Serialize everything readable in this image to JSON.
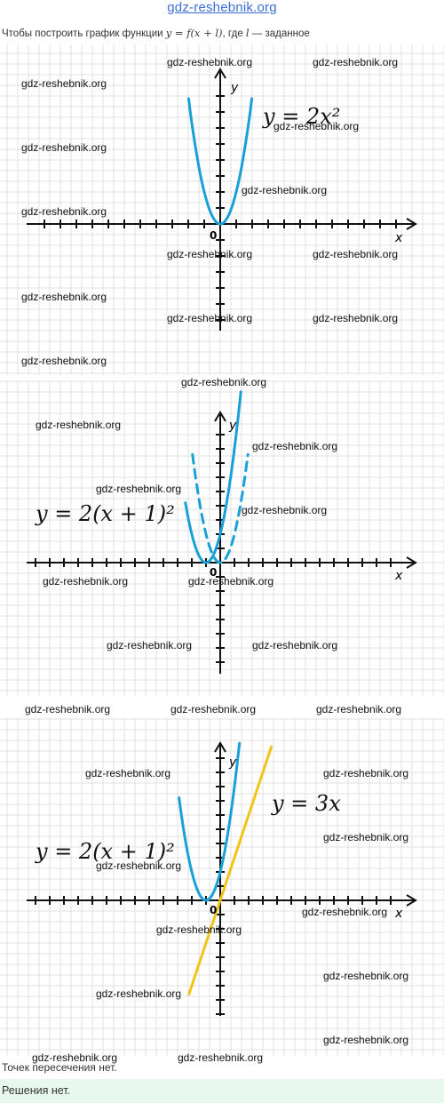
{
  "header": {
    "site": "gdz-reshebnik.org"
  },
  "intro": {
    "before": "Чтобы построить график функции ",
    "formula": "y = f(x + l)",
    "middle": ", где ",
    "param": "l",
    "after": " — заданное"
  },
  "figures": [
    {
      "equations": [
        "y = 2x²"
      ],
      "x_label": "x",
      "y_label": "y",
      "origin_label": "0"
    },
    {
      "equations": [
        "y = 2(x + 1)²"
      ],
      "x_label": "x",
      "y_label": "y",
      "origin_label": "0"
    },
    {
      "equations": [
        "y = 3x",
        "y = 2(x + 1)²"
      ],
      "x_label": "x",
      "y_label": "y",
      "origin_label": "0"
    }
  ],
  "chart_data": [
    {
      "type": "line",
      "series": [
        {
          "formula": "2x^2",
          "color": "#1aa0d8",
          "style": "solid"
        }
      ]
    },
    {
      "type": "line",
      "series": [
        {
          "formula": "2(x+1)^2",
          "color": "#1aa0d8",
          "style": "solid"
        },
        {
          "formula": "2x^2",
          "color": "#1aa0d8",
          "style": "dashed"
        }
      ]
    },
    {
      "type": "line",
      "series": [
        {
          "formula": "2(x+1)^2",
          "color": "#1aa0d8",
          "style": "solid"
        },
        {
          "formula": "3x",
          "color": "#f0c419",
          "style": "solid"
        }
      ]
    }
  ],
  "watermark": "gdz-reshebnik.org",
  "caption": "Точек пересечения нет.",
  "answer": "Решения нет.",
  "colors": {
    "curve": "#1aa0d8",
    "line": "#f0c419",
    "link": "#3b6fd6",
    "answer_bg": "#e9f8ee",
    "grid": "#e2e2e2"
  }
}
